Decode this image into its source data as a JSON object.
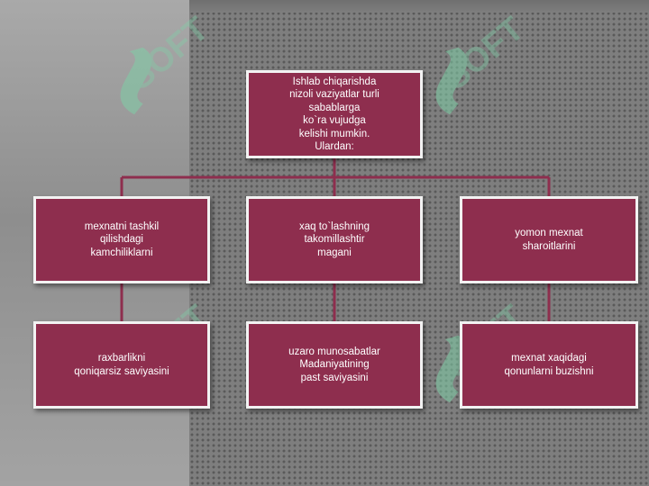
{
  "colors": {
    "box_fill": "#8e2e4e",
    "box_border": "#f2f2f2",
    "connector": "#8e2e4e",
    "watermark": "#7fcfa7",
    "text": "#ffffff"
  },
  "watermark_icon": "soft-logo-icon",
  "watermark_text": "SOFT",
  "diagram": {
    "root": "Ishlab chiqarishda\nnizoli vaziyatlar turli\nsabablarga\nko`ra vujudga\nkelishi mumkin.\nUlardan:",
    "level1": [
      "mexnatni tashkil\nqilishdagi\nkamchiliklarni",
      "xaq to`lashning\ntakomillashtir\nmagani",
      "yomon mexnat\nsharoitlarini"
    ],
    "level2": [
      "raxbarlikni\nqoniqarsiz saviyasini",
      "uzaro munosabatlar\nMadaniyatining\npast saviyasini",
      "mexnat xaqidagi\nqonunlarni buzishni"
    ]
  }
}
